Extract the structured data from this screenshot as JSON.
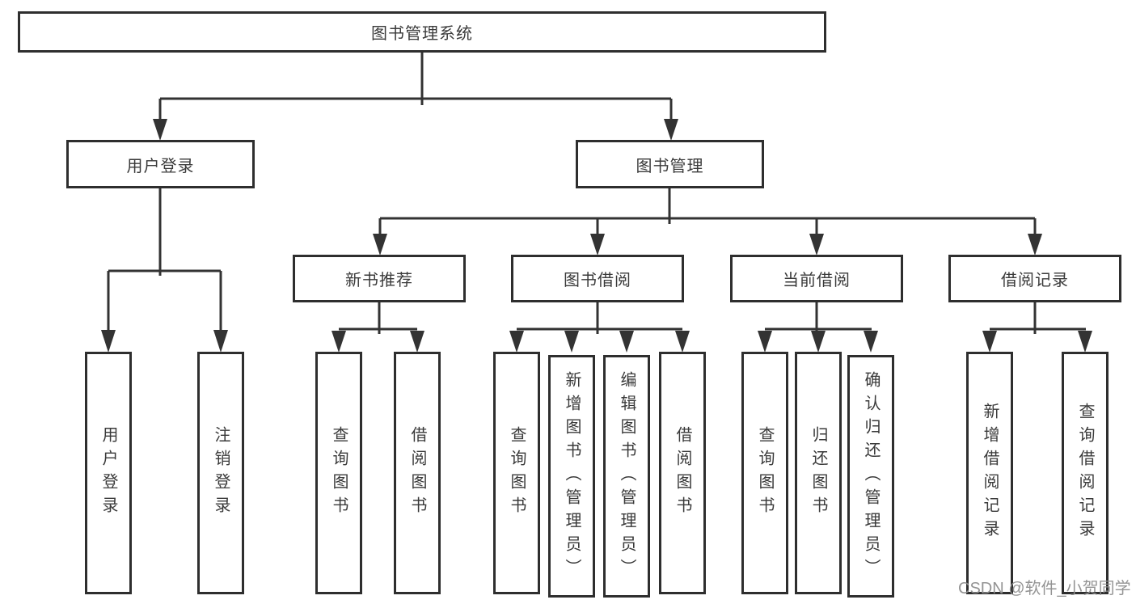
{
  "diagram": {
    "root": {
      "label": "图书管理系统"
    },
    "level2": [
      {
        "label": "用户登录"
      },
      {
        "label": "图书管理"
      }
    ],
    "level3": [
      {
        "label": "新书推荐"
      },
      {
        "label": "图书借阅"
      },
      {
        "label": "当前借阅"
      },
      {
        "label": "借阅记录"
      }
    ],
    "leaves": [
      {
        "label": "用户登录"
      },
      {
        "label": "注销登录"
      },
      {
        "label": "查询图书"
      },
      {
        "label": "借阅图书"
      },
      {
        "label": "查询图书"
      },
      {
        "label": "新增图书（管理员）"
      },
      {
        "label": "编辑图书（管理员）"
      },
      {
        "label": "借阅图书"
      },
      {
        "label": "查询图书"
      },
      {
        "label": "归还图书"
      },
      {
        "label": "确认归还（管理员）"
      },
      {
        "label": "新增借阅记录"
      },
      {
        "label": "查询借阅记录"
      }
    ]
  },
  "watermark": {
    "text": "CSDN @软件_小贺同学"
  },
  "colors": {
    "line": "#333333",
    "border": "#2e2e2e",
    "text": "#3a3a3a",
    "watermark": "#8e8e8e",
    "background": "#ffffff"
  }
}
